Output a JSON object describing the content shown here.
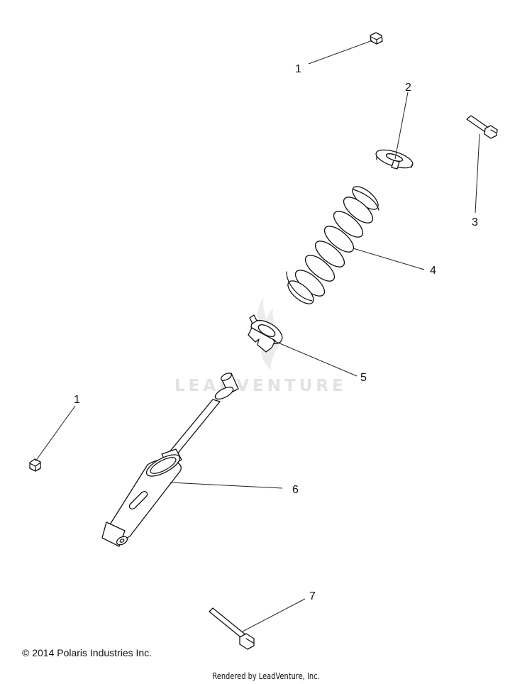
{
  "watermark": {
    "text": "LEADVENTURE",
    "icon": "leadventure-flame-icon"
  },
  "callouts": [
    {
      "num": "1"
    },
    {
      "num": "2"
    },
    {
      "num": "3"
    },
    {
      "num": "4"
    },
    {
      "num": "5"
    },
    {
      "num": "6"
    },
    {
      "num": "1"
    },
    {
      "num": "7"
    }
  ],
  "footer": {
    "copyright": "© 2014 Polaris Industries Inc.",
    "rendered": "Rendered by LeadVenture, Inc."
  }
}
